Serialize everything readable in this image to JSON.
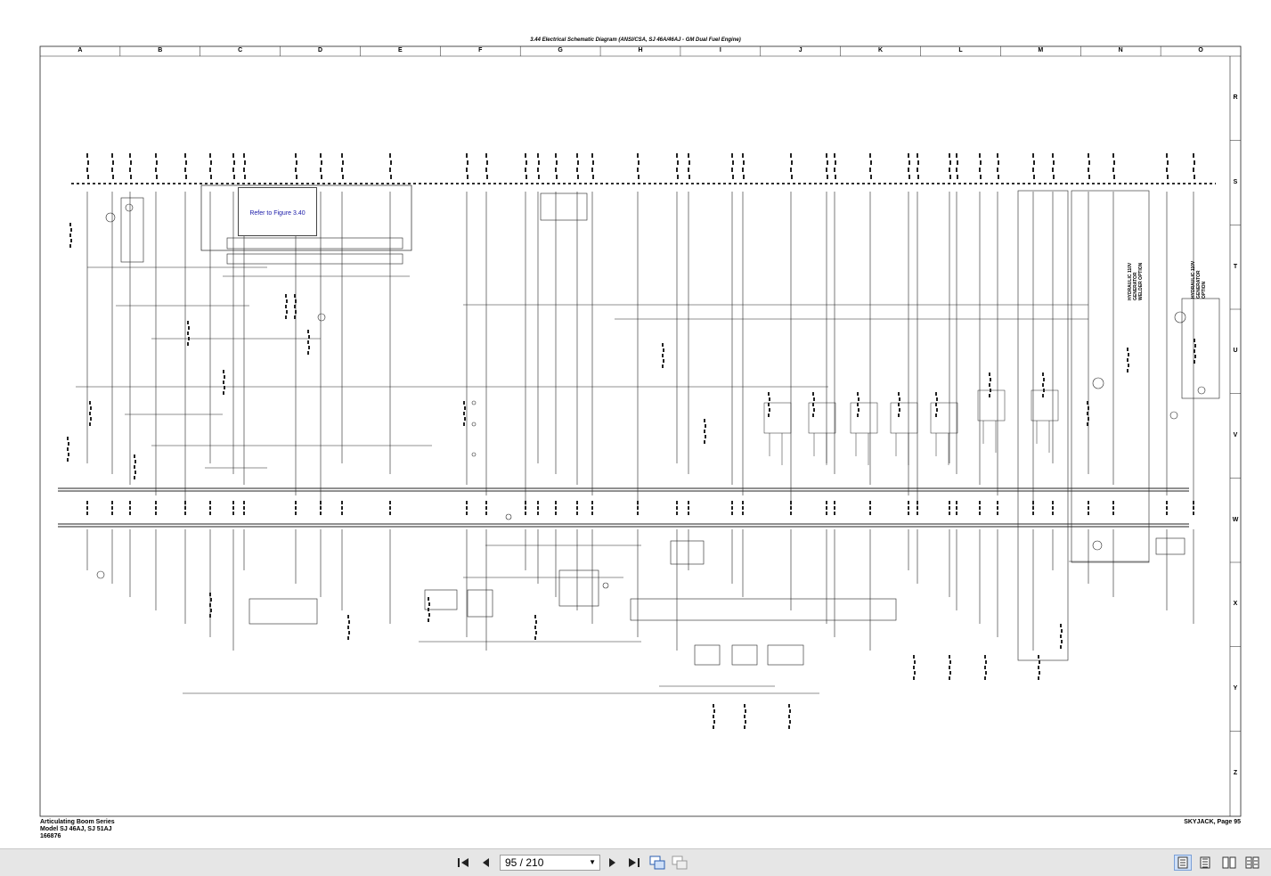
{
  "document": {
    "title": "3.44  Electrical Schematic Diagram  (ANSI/CSA, SJ 46A/46AJ - GM Dual Fuel Engine)",
    "reference_box": "Refer to Figure 3.40",
    "footer_left": [
      "Articulating Boom Series",
      "Model SJ 46AJ, SJ 51AJ",
      "166876"
    ],
    "footer_right": "SKYJACK, Page 95",
    "column_labels": [
      "A",
      "B",
      "C",
      "D",
      "E",
      "F",
      "G",
      "H",
      "I",
      "J",
      "K",
      "L",
      "M",
      "N",
      "O"
    ],
    "row_labels": [
      "R",
      "S",
      "T",
      "U",
      "V",
      "W",
      "X",
      "Y",
      "Z"
    ],
    "side_notes": [
      "HYDRAULIC 110V GENERATOR WELDER OPTION",
      "HYDRAULIC 110V GENERATOR OPTION"
    ]
  },
  "toolbar": {
    "page_display": "95 / 210",
    "buttons": [
      "first-page",
      "previous-page",
      "next-page",
      "last-page",
      "fit-page",
      "fit-width",
      "single-page-view",
      "continuous-view",
      "two-page-view",
      "two-page-continuous-view"
    ]
  }
}
